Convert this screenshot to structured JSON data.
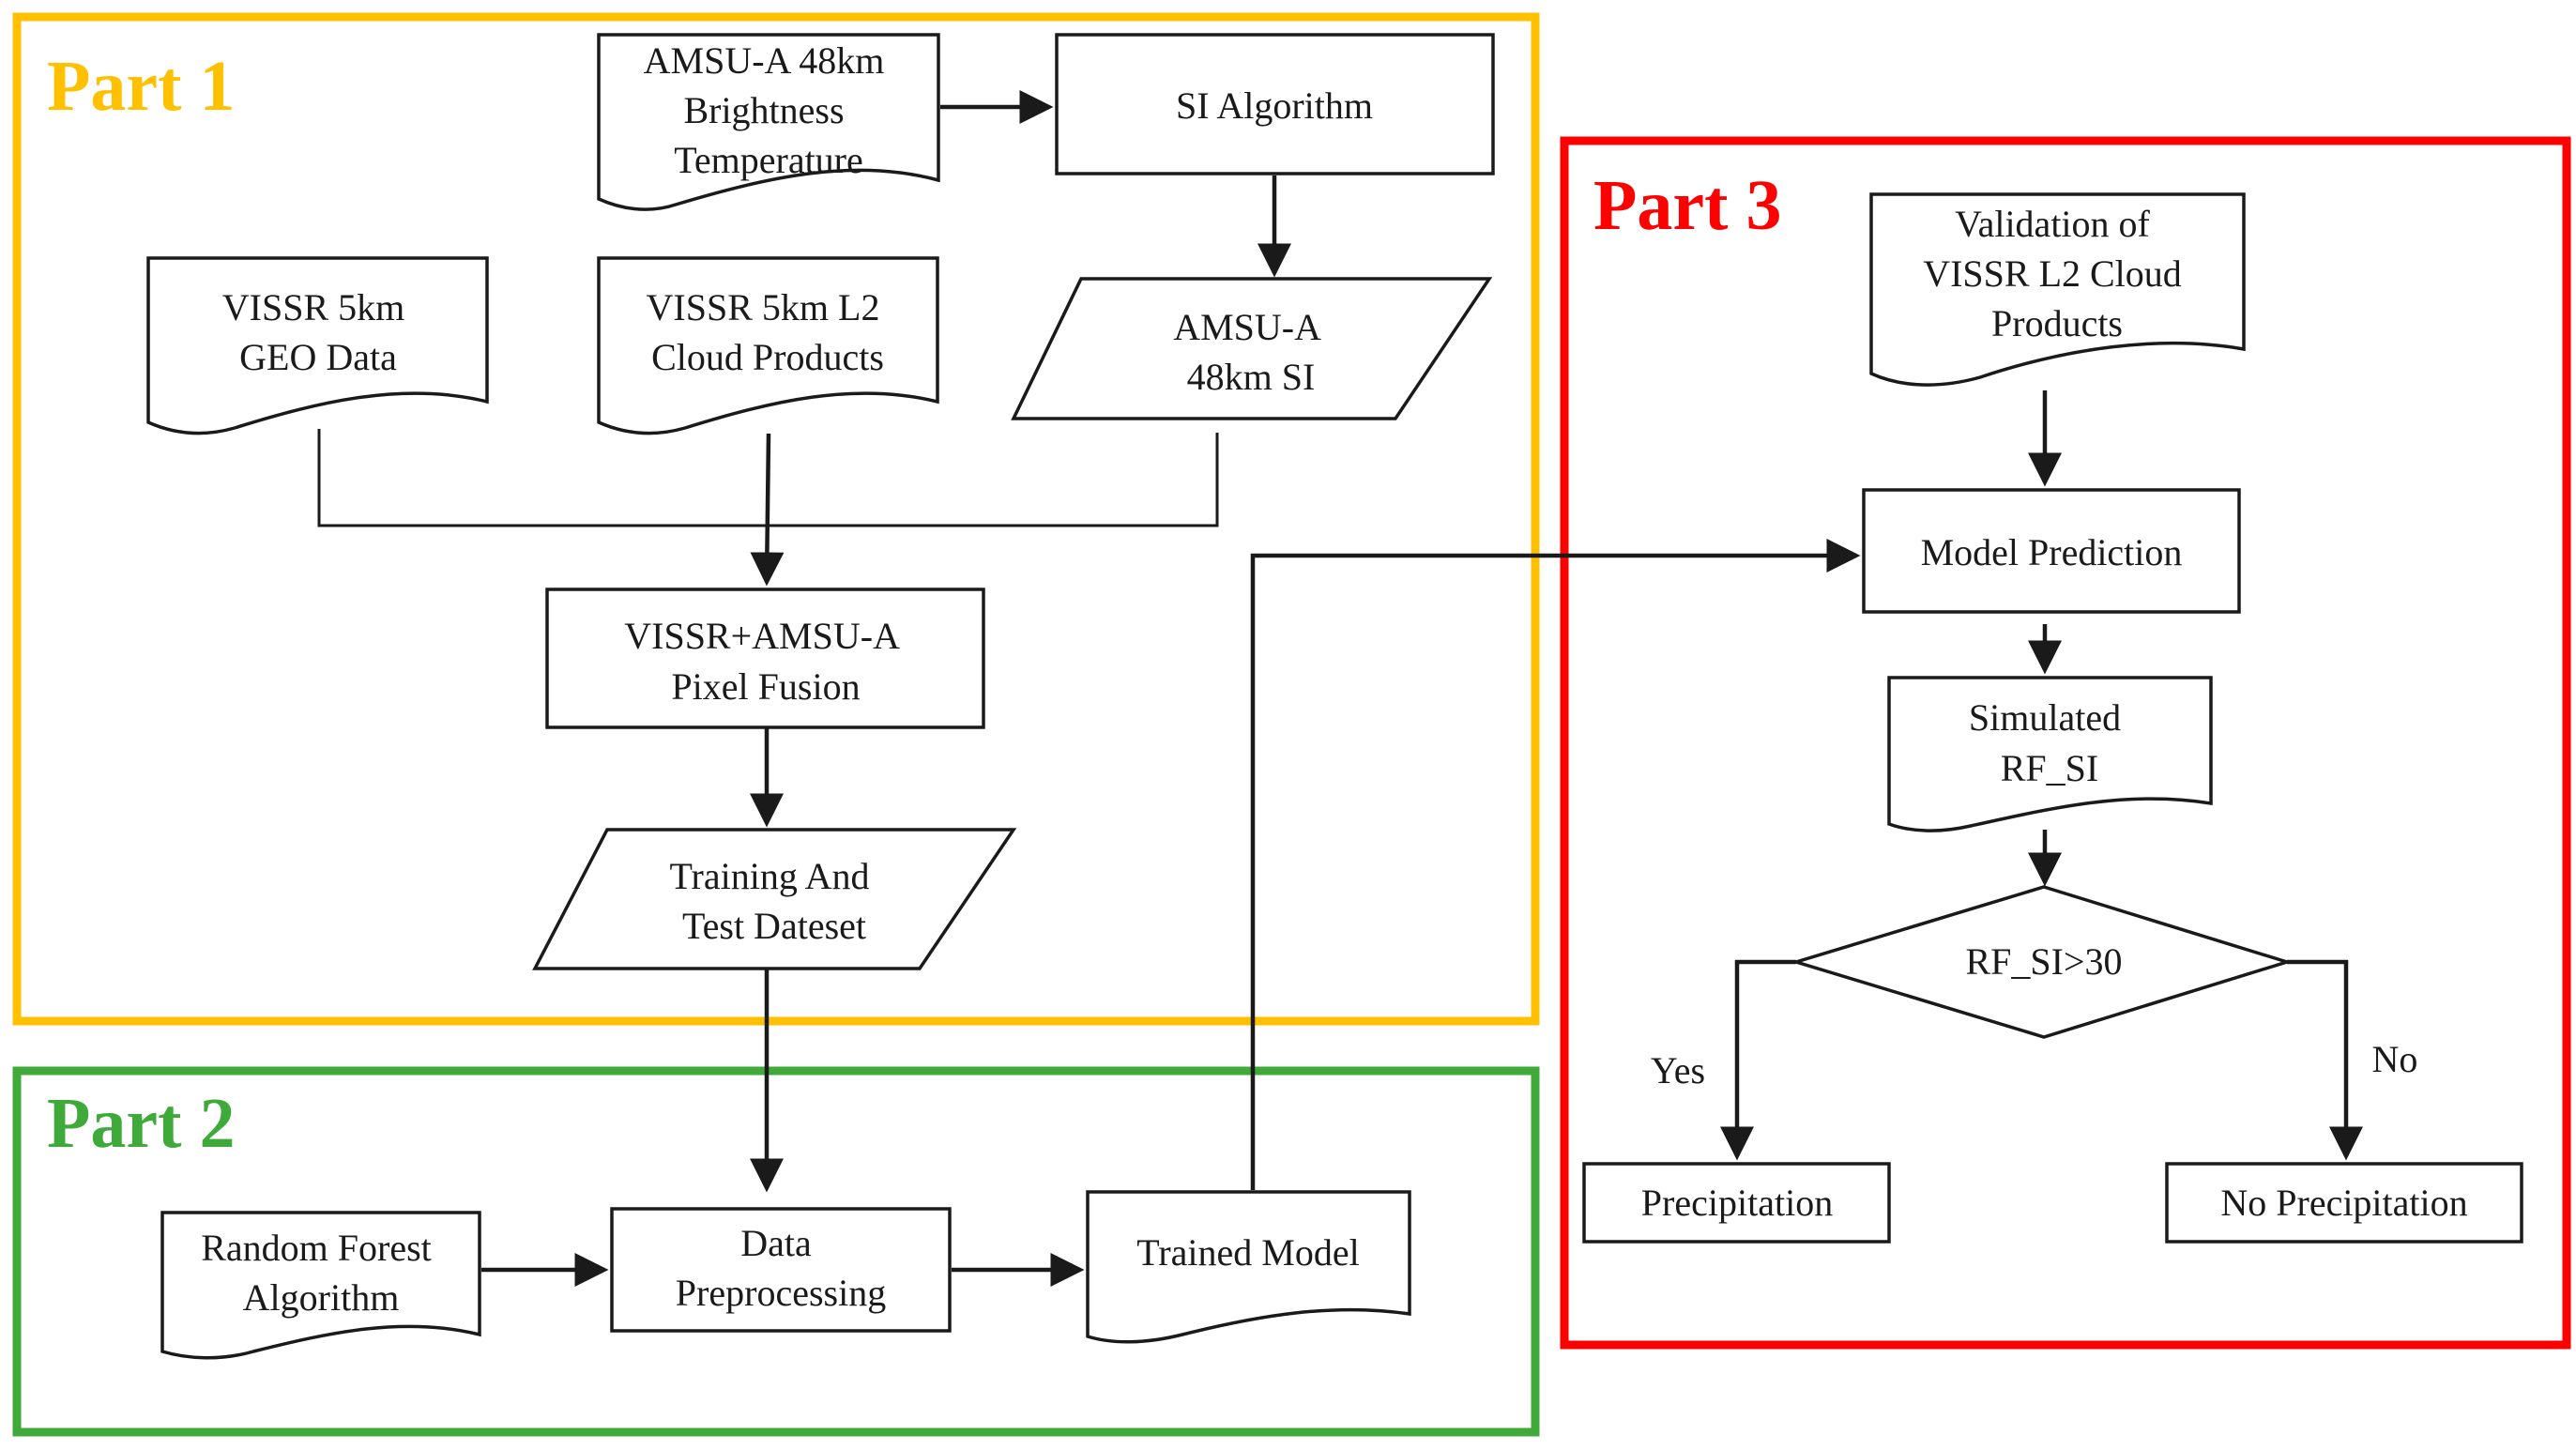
{
  "parts": [
    {
      "id": "part1",
      "title": "Part 1",
      "color": "#FFC000"
    },
    {
      "id": "part2",
      "title": "Part 2",
      "color": "#3FAA3A"
    },
    {
      "id": "part3",
      "title": "Part 3",
      "color": "#FF0000"
    }
  ],
  "nodes": {
    "amsu_tb": {
      "shape": "document",
      "lines": [
        "AMSU-A 48km",
        "Brightness",
        "Temperature"
      ]
    },
    "si_algorithm": {
      "shape": "process",
      "lines": [
        "SI Algorithm"
      ]
    },
    "vissr_geo": {
      "shape": "document",
      "lines": [
        "VISSR 5km",
        "GEO Data"
      ]
    },
    "vissr_l2": {
      "shape": "document",
      "lines": [
        "VISSR 5km L2",
        "Cloud Products"
      ]
    },
    "amsu_si": {
      "shape": "data",
      "lines": [
        "AMSU-A",
        "48km SI"
      ]
    },
    "pixel_fusion": {
      "shape": "process",
      "lines": [
        "VISSR+AMSU-A",
        "Pixel Fusion"
      ]
    },
    "dataset": {
      "shape": "data",
      "lines": [
        "Training And",
        "Test Dateset"
      ]
    },
    "random_forest": {
      "shape": "document",
      "lines": [
        "Random Forest",
        "Algorithm"
      ]
    },
    "preprocessing": {
      "shape": "process",
      "lines": [
        "Data",
        "Preprocessing"
      ]
    },
    "trained_model": {
      "shape": "document",
      "lines": [
        "Trained Model"
      ]
    },
    "validation": {
      "shape": "document",
      "lines": [
        "Validation of",
        "VISSR L2 Cloud",
        "Products"
      ]
    },
    "model_prediction": {
      "shape": "process",
      "lines": [
        "Model Prediction"
      ]
    },
    "simulated": {
      "shape": "document",
      "lines": [
        "Simulated",
        "RF_SI"
      ]
    },
    "decision": {
      "shape": "decision",
      "lines": [
        "RF_SI>30"
      ]
    },
    "precipitation": {
      "shape": "process",
      "lines": [
        "Precipitation"
      ]
    },
    "no_precipitation": {
      "shape": "process",
      "lines": [
        "No Precipitation"
      ]
    }
  },
  "edge_labels": {
    "yes": "Yes",
    "no": "No"
  }
}
